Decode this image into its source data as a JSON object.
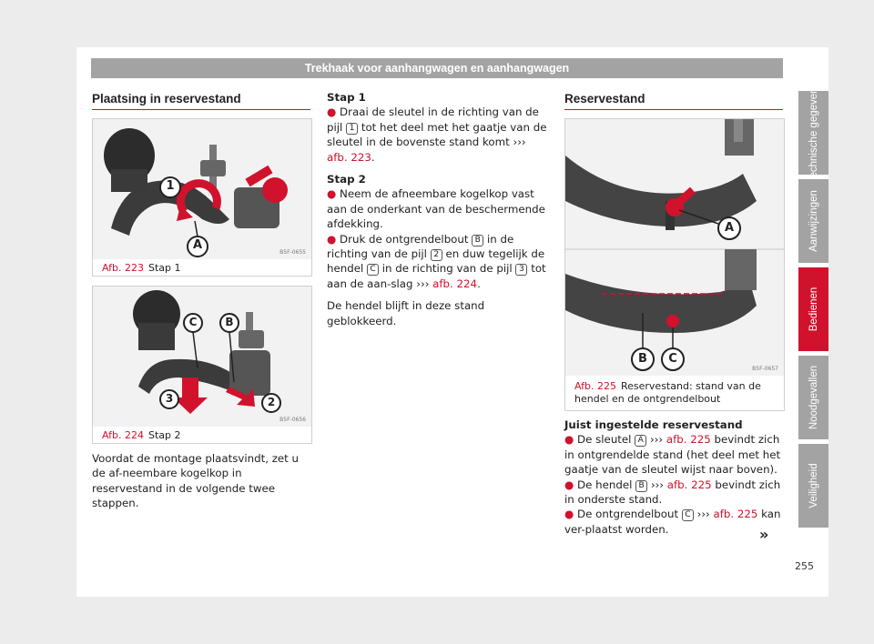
{
  "header": {
    "title": "Trekhaak voor aanhangwagen en aanhangwagen"
  },
  "left_section": {
    "title": "Plaatsing in reservestand"
  },
  "fig223": {
    "num": "Afb. 223",
    "caption": "Stap 1",
    "code": "B5F-0655",
    "labels": [
      "1",
      "A"
    ]
  },
  "fig224": {
    "num": "Afb. 224",
    "caption": "Stap 2",
    "code": "B5F-0656",
    "labels": [
      "C",
      "B",
      "3",
      "2"
    ]
  },
  "left_text": "Voordat de montage plaatsvindt, zet u de af-neembare kogelkop in reservestand in de volgende twee stappen.",
  "middle": {
    "step1_title": "Stap 1",
    "step1_p1": "Draai de sleutel in de richting van de pijl",
    "step1_key": "1",
    "step1_p2": "tot het deel met het gaatje van de sleutel in de bovenste stand komt",
    "step1_ref": "afb. 223",
    "step2_title": "Stap 2",
    "step2_b1": "Neem de afneembare kogelkop vast aan de onderkant van de beschermende afdekking.",
    "step2_b2_a": "Druk de ontgrendelbout",
    "step2_b2_key1": "B",
    "step2_b2_b": "in de richting van de pijl",
    "step2_b2_key2": "2",
    "step2_b2_c": "en duw tegelijk de hendel",
    "step2_b2_key3": "C",
    "step2_b2_d": "in de richting van de pijl",
    "step2_b2_key4": "3",
    "step2_b2_e": "tot aan de aan-slag",
    "step2_b2_ref": "afb. 224",
    "closing": "De hendel blijft in deze stand geblokkeerd."
  },
  "right_section": {
    "title": "Reservestand"
  },
  "fig225": {
    "num": "Afb. 225",
    "caption": "Reservestand: stand van de hendel en de ontgrendelbout",
    "code": "B5F-0657",
    "labels": [
      "A",
      "B",
      "C"
    ]
  },
  "right_text": {
    "heading": "Juist ingestelde reservestand",
    "b1_a": "De sleutel",
    "b1_key": "A",
    "b1_ref": "afb. 225",
    "b1_b": "bevindt zich in ontgrendelde stand (het deel met het gaatje van de sleutel wijst naar boven).",
    "b2_a": "De hendel",
    "b2_key": "B",
    "b2_ref": "afb. 225",
    "b2_b": "bevindt zich in onderste stand.",
    "b3_a": "De ontgrendelbout",
    "b3_key": "C",
    "b3_ref": "afb. 225",
    "b3_b": "kan ver-plaatst worden."
  },
  "side_tabs": [
    "Technische gegevens",
    "Aanwijzingen",
    "Bedienen",
    "Noodgevallen",
    "Veiligheid"
  ],
  "active_tab": "Bedienen",
  "arrows_symbol": "›››",
  "bullet_symbol": "●",
  "continue_symbol": "»",
  "page_number": "255",
  "colors": {
    "accent": "#d0122c",
    "tab_gray": "#a3a3a3",
    "header_gray": "#a3a3a3"
  }
}
